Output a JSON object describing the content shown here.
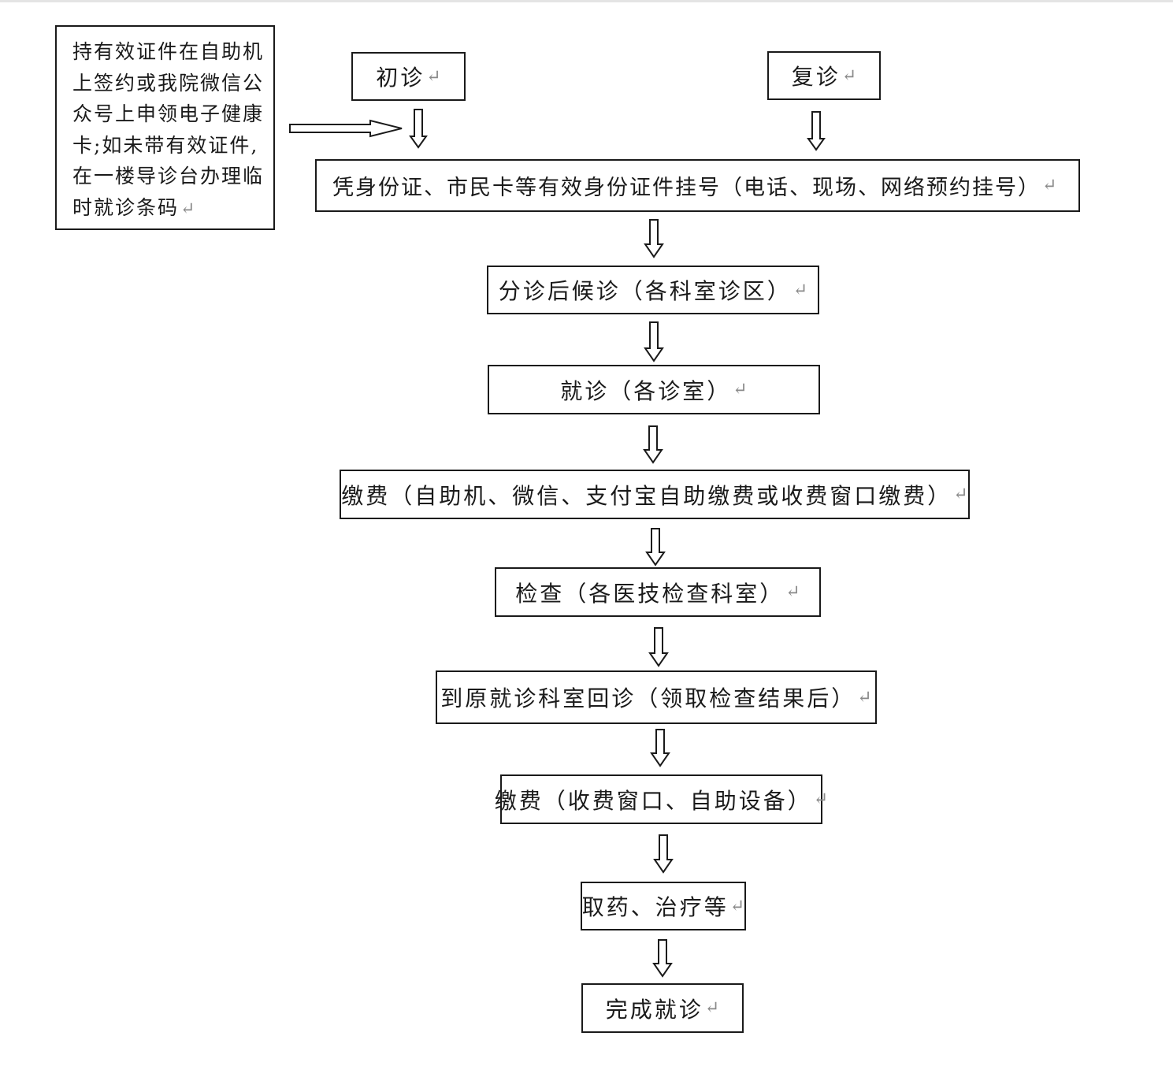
{
  "flowchart": {
    "note_lines": [
      "持有效证件在自助机",
      "上签约或我院微信公",
      "众号上申领电子健康",
      "卡;如未带有效证件,",
      "在一楼导诊台办理临",
      "时就诊条码"
    ],
    "return_mark": "↵",
    "start_first_visit": "初诊",
    "start_return_visit": "复诊",
    "steps": [
      "凭身份证、市民卡等有效身份证件挂号（电话、现场、网络预约挂号）",
      "分诊后候诊（各科室诊区）",
      "就诊（各诊室）",
      "缴费（自助机、微信、支付宝自助缴费或收费窗口缴费）",
      "检查（各医技检查科室）",
      "到原就诊科室回诊（领取检查结果后）",
      "缴费（收费窗口、自助设备）",
      "取药、治疗等",
      "完成就诊"
    ]
  }
}
